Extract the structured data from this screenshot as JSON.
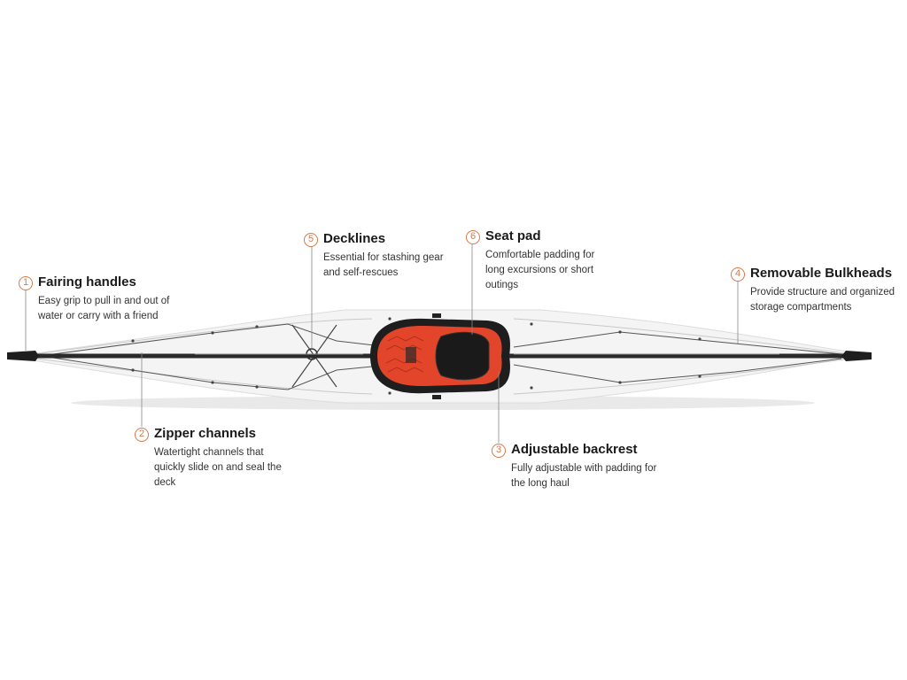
{
  "callouts": [
    {
      "num": "1",
      "title": "Fairing handles",
      "desc": "Easy grip to pull in and out of water or carry with a friend"
    },
    {
      "num": "2",
      "title": "Zipper channels",
      "desc": "Watertight channels that quickly slide on and seal the deck"
    },
    {
      "num": "3",
      "title": "Adjustable backrest",
      "desc": "Fully adjustable with padding for the long haul"
    },
    {
      "num": "4",
      "title": "Removable Bulkheads",
      "desc": "Provide structure and organized storage compartments"
    },
    {
      "num": "5",
      "title": "Decklines",
      "desc": "Essential for stashing gear and self-rescues"
    },
    {
      "num": "6",
      "title": "Seat pad",
      "desc": "Comfortable padding for long excursions or short outings"
    }
  ],
  "colors": {
    "accent": "#d6794a",
    "cockpit": "#e2452a",
    "hull": "#f4f4f4",
    "rim": "#1e1e1e"
  }
}
